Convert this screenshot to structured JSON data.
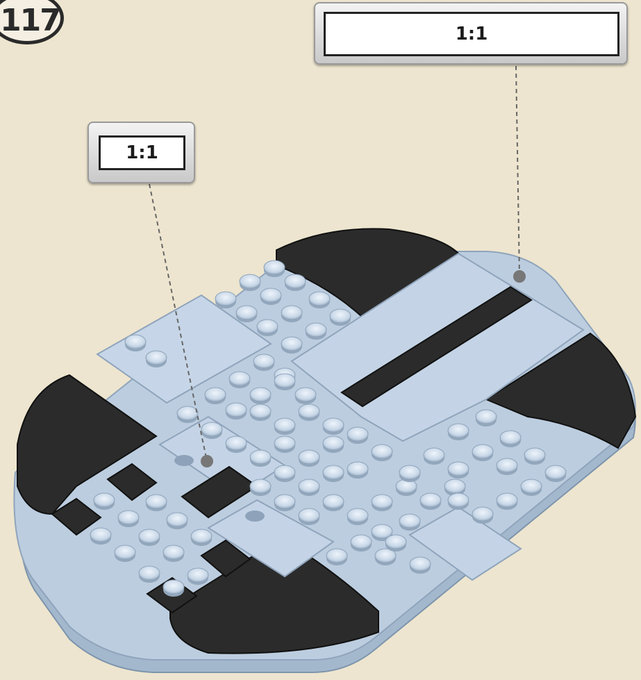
{
  "step": {
    "number": "117"
  },
  "callouts": [
    {
      "label": "1:1"
    },
    {
      "label": "1:1"
    }
  ],
  "colors": {
    "background": "#ede5cf",
    "light_bluish_gray": "#bccddf",
    "light_bluish_gray_dark": "#93a7bc",
    "black_part": "#2b2b2b",
    "frame": "#222222"
  }
}
